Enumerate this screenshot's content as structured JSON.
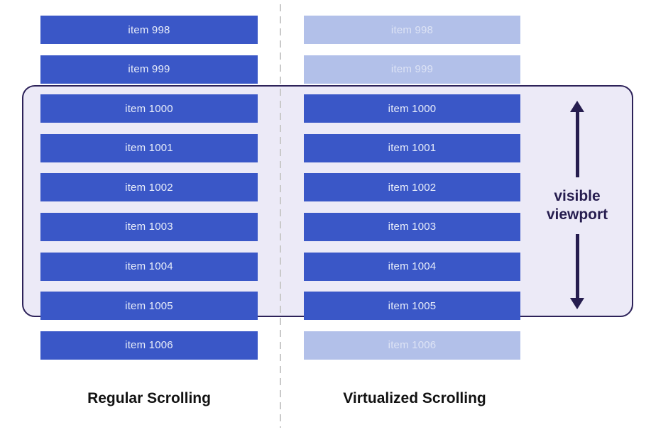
{
  "diagram": {
    "columns": [
      {
        "name": "regular",
        "caption": "Regular Scrolling",
        "items": [
          {
            "label": "item 998",
            "state": "solid"
          },
          {
            "label": "item 999",
            "state": "solid"
          },
          {
            "label": "item 1000",
            "state": "solid"
          },
          {
            "label": "item 1001",
            "state": "solid"
          },
          {
            "label": "item 1002",
            "state": "solid"
          },
          {
            "label": "item 1003",
            "state": "solid"
          },
          {
            "label": "item 1004",
            "state": "solid"
          },
          {
            "label": "item 1005",
            "state": "solid"
          },
          {
            "label": "item 1006",
            "state": "solid"
          }
        ]
      },
      {
        "name": "virtualized",
        "caption": "Virtualized Scrolling",
        "items": [
          {
            "label": "item 998",
            "state": "faded"
          },
          {
            "label": "item 999",
            "state": "faded"
          },
          {
            "label": "item 1000",
            "state": "solid"
          },
          {
            "label": "item 1001",
            "state": "solid"
          },
          {
            "label": "item 1002",
            "state": "solid"
          },
          {
            "label": "item 1003",
            "state": "solid"
          },
          {
            "label": "item 1004",
            "state": "solid"
          },
          {
            "label": "item 1005",
            "state": "solid"
          },
          {
            "label": "item 1006",
            "state": "faded"
          }
        ]
      }
    ],
    "viewport": {
      "label_line1": "visible",
      "label_line2": "viewport"
    },
    "icons": {
      "viewport_arrow_up": "arrow-up-icon",
      "viewport_arrow_down": "arrow-down-icon"
    },
    "colors": {
      "background": "#FFFFFF",
      "item_solid": "#3A57C7",
      "item_faded": "#B2C0E9",
      "item_text_solid": "#E9EEFA",
      "item_text_faded": "#DDE3F5",
      "viewport_fill": "#ECEAF7",
      "viewport_border": "#2D2259",
      "arrow": "#261D4F",
      "caption_text": "#121212",
      "divider": "#C9C9C9"
    }
  }
}
